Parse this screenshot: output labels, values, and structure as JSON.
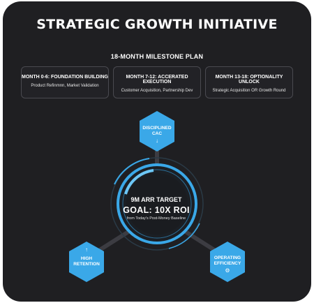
{
  "title": "STRATEGIC GROWTH INITIATIVE",
  "subtitle": "18-MONTH MILESTONE PLAN",
  "phases": [
    {
      "title": "MONTH 0-6: FOUNDATION BUILDING",
      "desc": "Product Refinmnn, Market Validation"
    },
    {
      "title": "MONTH 7-12: ACCERATED EXECUTION",
      "desc": "Customer Acquisition, Partnership Dev"
    },
    {
      "title": "MONTH 13-18: OPTIONALITY UNLOCK",
      "desc": "Strategic Acquisition OR Growth Round"
    }
  ],
  "center": {
    "target": "9M ARR TARGET",
    "goal": "GOAL: 10X ROI",
    "baseline": "from Today's Post-Money Baseline"
  },
  "hexagons": {
    "top": {
      "label_line1": "DISCIPLINED",
      "label_line2": "CAC",
      "icon": "arrow-down-icon",
      "glyph": "↓"
    },
    "left": {
      "label_line1": "HIGH",
      "label_line2": "RETENTION",
      "icon": "arrow-up-icon",
      "glyph": "↑"
    },
    "right": {
      "label_line1": "OPERATING",
      "label_line2": "EFFICIENCY",
      "icon": "gear-icon",
      "glyph": "⚙"
    }
  },
  "colors": {
    "background": "#1f1f22",
    "accent": "#3aa8e8",
    "accent_light": "#6cc6f5",
    "connector": "#3c3c42"
  }
}
